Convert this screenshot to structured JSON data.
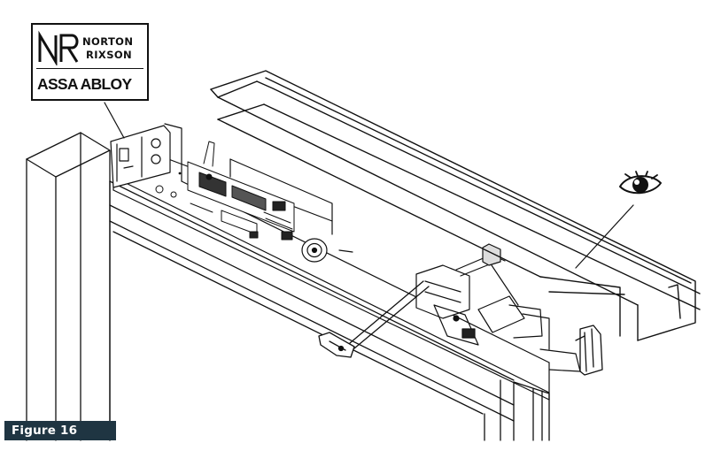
{
  "figure": {
    "label": "Figure 16"
  },
  "logo": {
    "line1": "NORTON",
    "line2": "RIXSON",
    "line3": "ASSA ABLOY"
  },
  "icons": {
    "eye": "eye-icon",
    "brand_mark": "nr-monogram-icon"
  }
}
